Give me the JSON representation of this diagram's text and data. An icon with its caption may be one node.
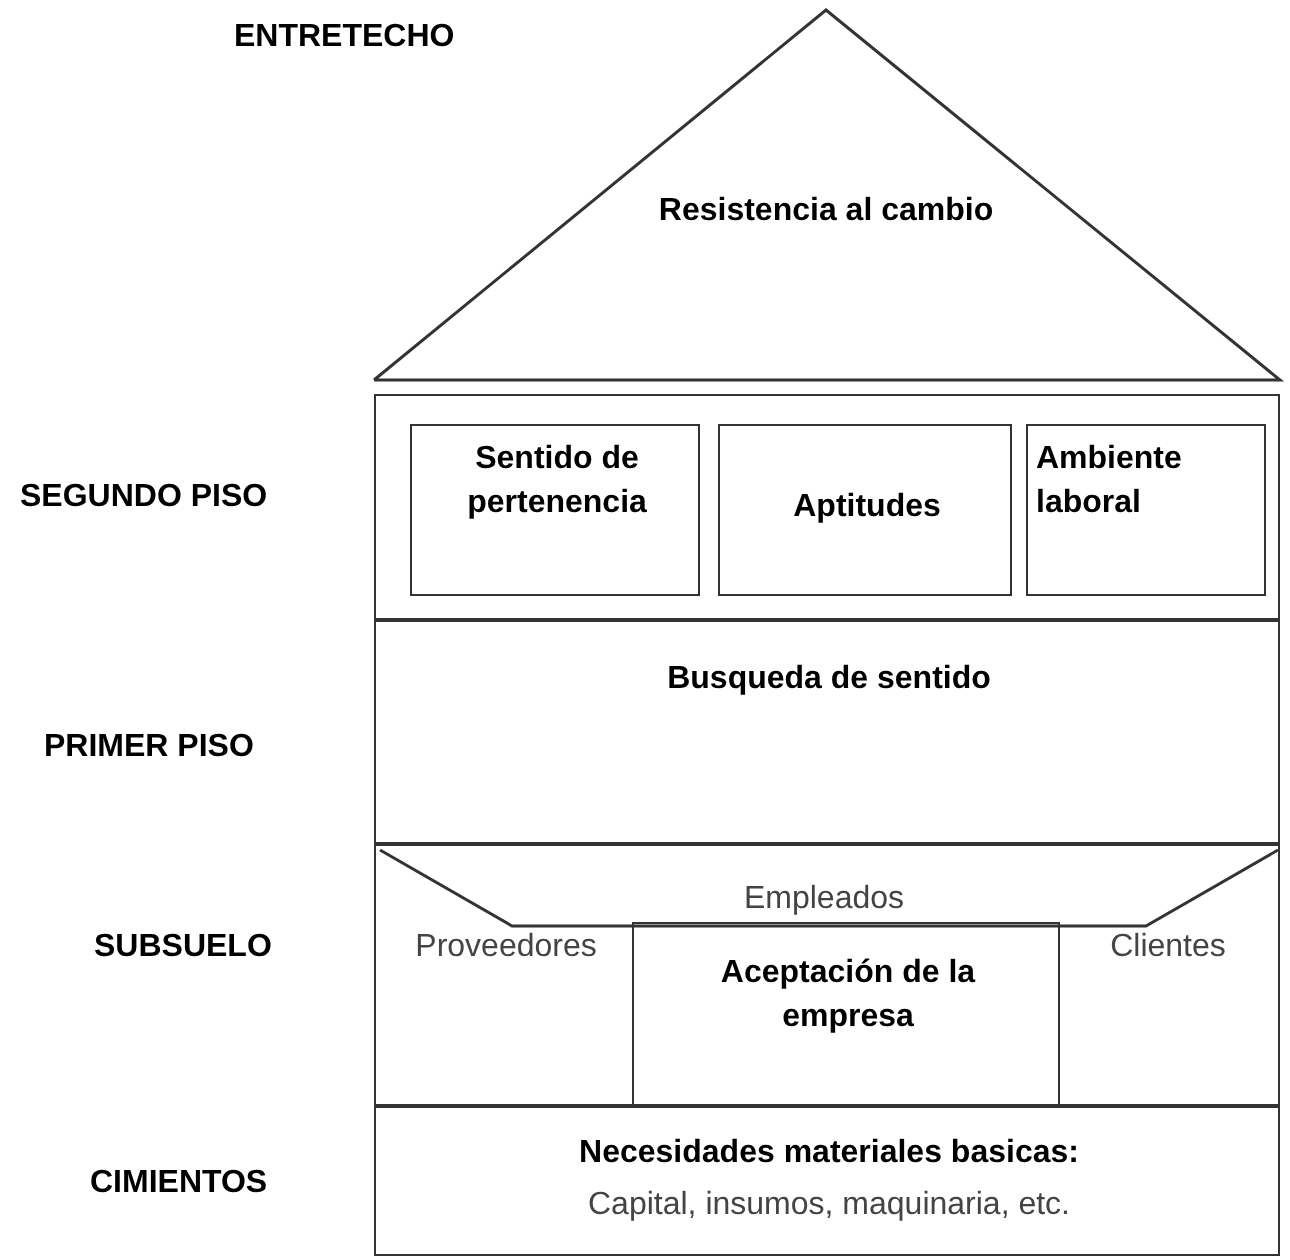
{
  "diagram": {
    "nodes": [
      {
        "text": [
          "Resistencia al cambio"
        ]
      },
      {
        "text": [],
        "shape": "box"
      },
      {
        "text": [
          "Sentido de pertenencia"
        ],
        "in": 1
      },
      {
        "text": [
          "Aptitudes"
        ],
        "in": 1
      },
      {
        "text": [
          "Ambiente laboral"
        ],
        "in": 1
      },
      {
        "text": [
          "Busqueda de sentido"
        ]
      },
      {
        "text": [],
        "shape": "box"
      },
      {
        "text": [
          "Empleados"
        ],
        "in": 6
      },
      {
        "text": [
          "Proveedores"
        ],
        "in": 6
      },
      {
        "text": [
          "Aceptación de la empresa"
        ],
        "in": 6
      },
      {
        "text": [
          "Clientes"
        ],
        "in": 6
      },
      {
        "text": [
          "Necesidades materiales basicas:",
          "Capital, insumos, maquinaria, etc."
        ]
      }
    ],
    "edges": [],
    "labels": [
      "ENTRETECHO",
      "SEGUNDO PISO",
      "PRIMER PISO",
      "SUBSUELO",
      "CIMIENTOS"
    ]
  }
}
